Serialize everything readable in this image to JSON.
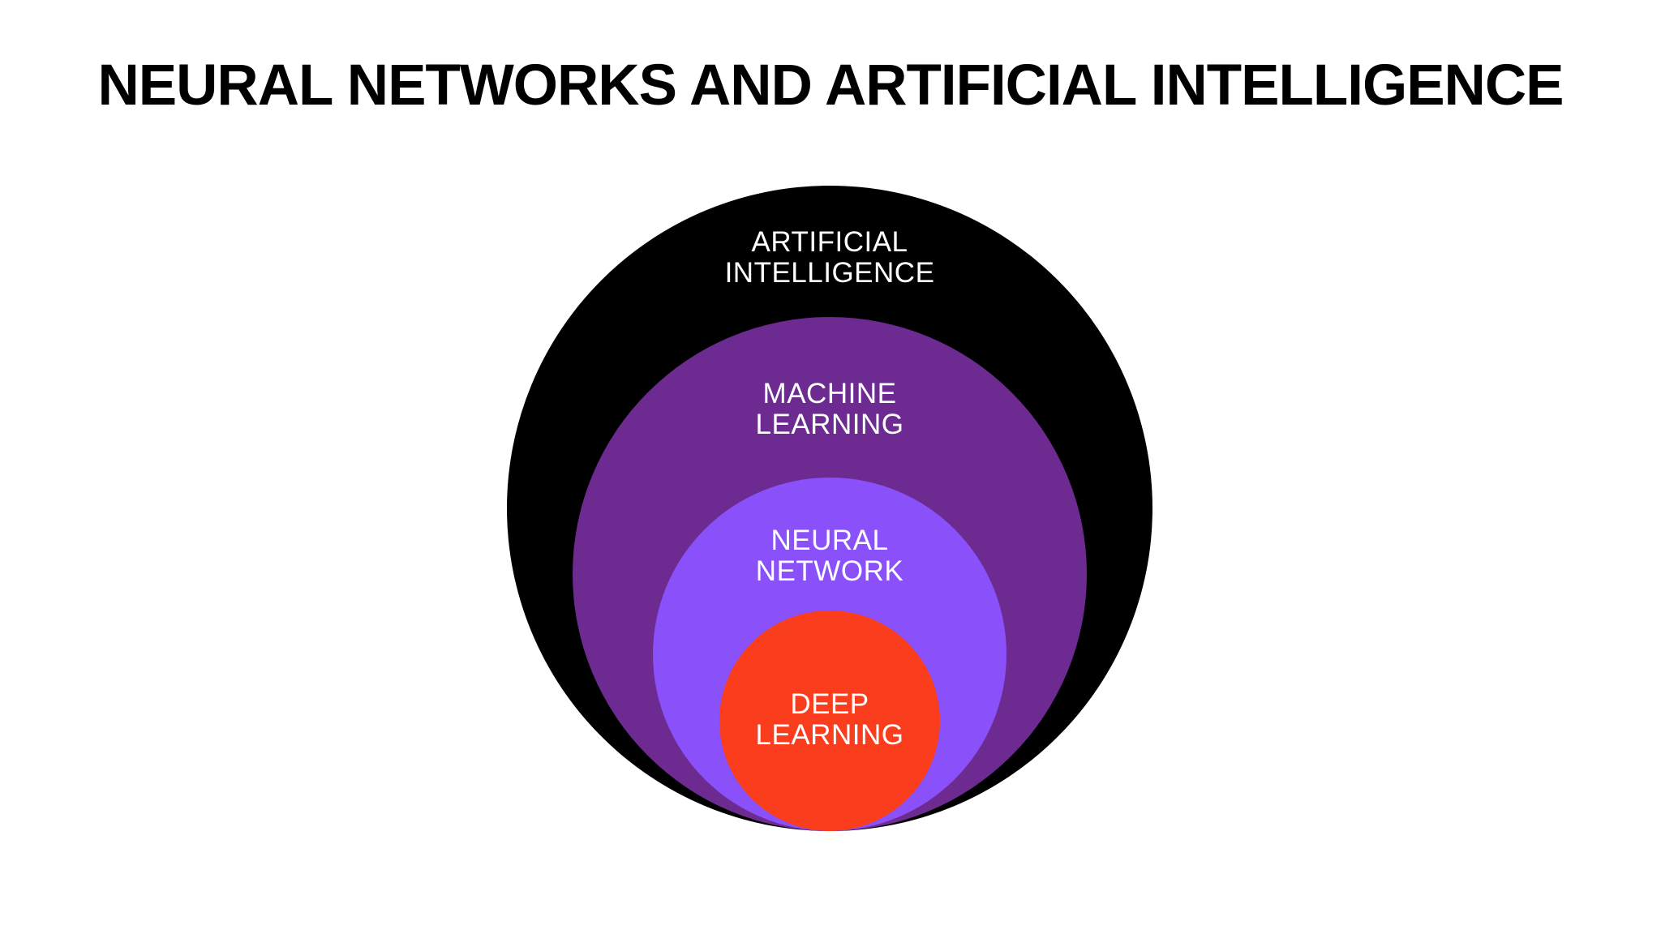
{
  "title": "NEURAL NETWORKS AND ARTIFICIAL INTELLIGENCE",
  "colors": {
    "background": "#FFFFFF",
    "title_text": "#000000",
    "label_text": "#FFFFFF",
    "artificial_intelligence": "#000000",
    "machine_learning": "#6D2B92",
    "neural_network": "#8A50FA",
    "deep_learning": "#FA3D1C"
  },
  "diagram": {
    "type": "nested-euler-circles",
    "description": "Four concentric circles tangent at the bottom showing subset relationships",
    "rings": [
      {
        "name": "artificial-intelligence",
        "line1": "ARTIFICIAL",
        "line2": "INTELLIGENCE",
        "color": "#000000"
      },
      {
        "name": "machine-learning",
        "line1": "MACHINE",
        "line2": "LEARNING",
        "color": "#6D2B92"
      },
      {
        "name": "neural-network",
        "line1": "NEURAL",
        "line2": "NETWORK",
        "color": "#8A50FA"
      },
      {
        "name": "deep-learning",
        "line1": "DEEP",
        "line2": "LEARNING",
        "color": "#FA3D1C"
      }
    ]
  }
}
